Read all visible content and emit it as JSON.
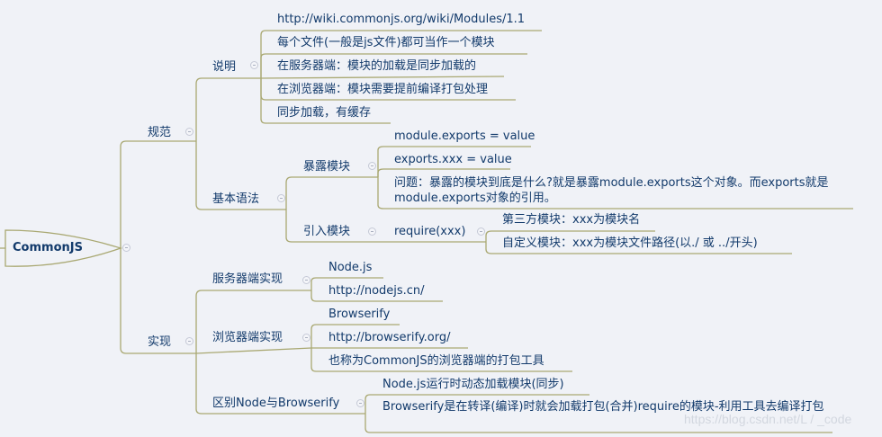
{
  "colors": {
    "background": "#f0f2f7",
    "line": "#a9a872",
    "text": "#123a6b",
    "collapse_border": "#c5c9d6"
  },
  "root": {
    "label": "CommonJS"
  },
  "branches": [
    {
      "label": "规范",
      "children": [
        {
          "label": "说明",
          "children": [
            {
              "label": "http://wiki.commonjs.org/wiki/Modules/1.1"
            },
            {
              "label": "每个文件(一般是js文件)都可当作一个模块"
            },
            {
              "label": "在服务器端：模块的加载是同步加载的"
            },
            {
              "label": "在浏览器端：模块需要提前编译打包处理"
            },
            {
              "label": "同步加载，有缓存"
            }
          ]
        },
        {
          "label": "基本语法",
          "children": [
            {
              "label": "暴露模块",
              "children": [
                {
                  "label": "module.exports = value"
                },
                {
                  "label": "exports.xxx = value"
                },
                {
                  "label": "问题：暴露的模块到底是什么?就是暴露module.exports这个对象。而exports就是module.exports对象的引用。"
                }
              ]
            },
            {
              "label": "引入模块",
              "children": [
                {
                  "label": "require(xxx)",
                  "children": [
                    {
                      "label": "第三方模块：xxx为模块名"
                    },
                    {
                      "label": "自定义模块：xxx为模块文件路径(以./ 或 ../开头)"
                    }
                  ]
                }
              ]
            }
          ]
        }
      ]
    },
    {
      "label": "实现",
      "children": [
        {
          "label": "服务器端实现",
          "children": [
            {
              "label": "Node.js"
            },
            {
              "label": "http://nodejs.cn/"
            }
          ]
        },
        {
          "label": "浏览器端实现",
          "children": [
            {
              "label": "Browserify"
            },
            {
              "label": "http://browserify.org/"
            },
            {
              "label": "也称为CommonJS的浏览器端的打包工具"
            }
          ]
        },
        {
          "label": "区别Node与Browserify",
          "children": [
            {
              "label": "Node.js运行时动态加载模块(同步)"
            },
            {
              "label": "Browserify是在转译(编译)时就会加载打包(合并)require的模块-利用工具去编译打包"
            }
          ]
        }
      ]
    }
  ],
  "watermark": "https://blog.csdn.net/L / _code"
}
